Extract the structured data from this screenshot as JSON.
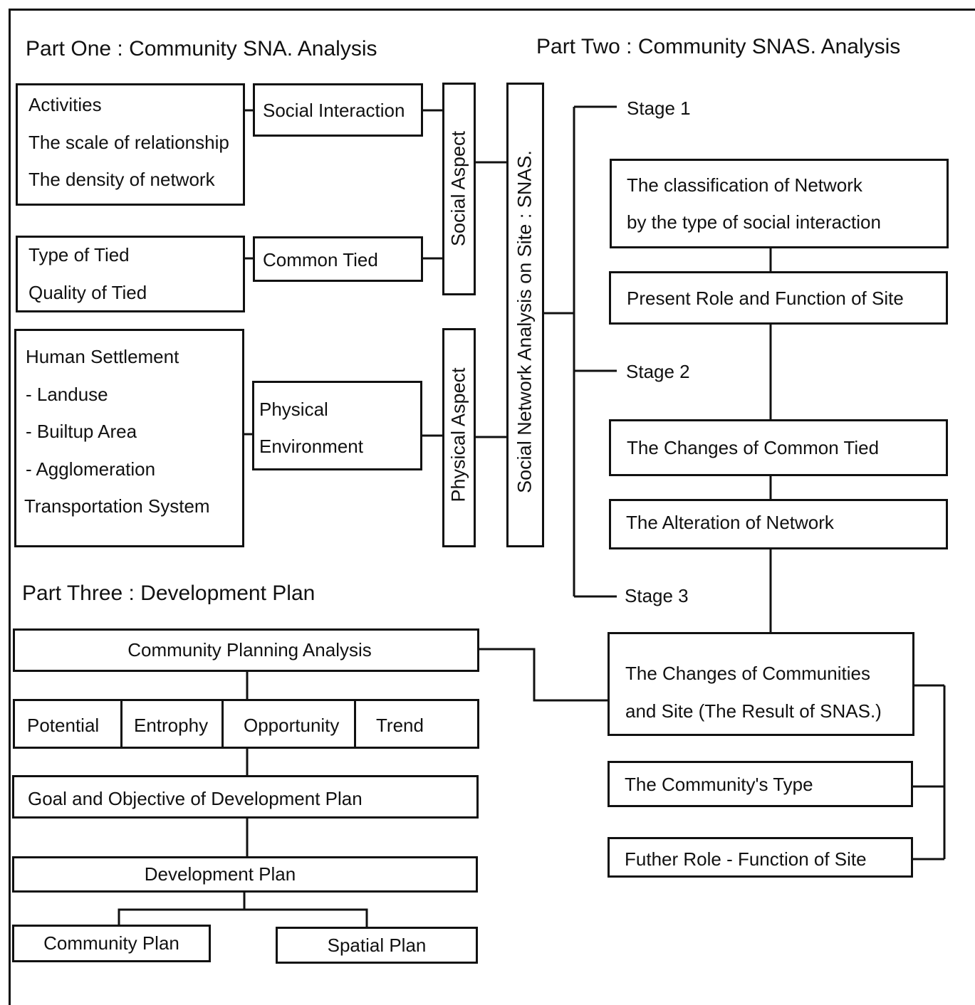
{
  "part_one": {
    "title": "Part One : Community SNA. Analysis",
    "social_box": [
      "Activities",
      "The scale of relationship",
      "The density of network"
    ],
    "social_interaction": "Social Interaction",
    "tied_box": [
      "Type of Tied",
      "Quality of Tied"
    ],
    "common_tied": "Common Tied",
    "physical_box": [
      "Human Settlement",
      "- Landuse",
      "- Builtup Area",
      "- Agglomeration",
      "Transportation System"
    ],
    "physical_env": [
      "Physical",
      "Environment"
    ],
    "social_aspect": "Social  Aspect",
    "physical_aspect": "Physical  Aspect",
    "snas": "Social  Network Analysis on Site : SNAS."
  },
  "part_two": {
    "title": "Part Two : Community SNAS. Analysis",
    "stage1": "Stage 1",
    "classification": [
      "The classification of Network",
      "by the type of social interaction"
    ],
    "present_role": "Present Role and Function of Site",
    "stage2": "Stage 2",
    "changes_tied": "The Changes of Common Tied",
    "alteration": "The Alteration of Network",
    "stage3": "Stage 3",
    "changes_communities": [
      "The Changes of Communities",
      "and Site  (The Result of SNAS.)"
    ],
    "community_type": "The Community's Type",
    "further_role": "Futher Role - Function of Site"
  },
  "part_three": {
    "title": "Part Three : Development Plan",
    "planning_analysis": "Community Planning Analysis",
    "factors": [
      "Potential",
      "Entrophy",
      "Opportunity",
      "Trend"
    ],
    "goal": "Goal  and  Objective of  Development  Plan",
    "dev_plan": "Development Plan",
    "community_plan": "Community  Plan",
    "spatial_plan": "Spatial  Plan"
  }
}
